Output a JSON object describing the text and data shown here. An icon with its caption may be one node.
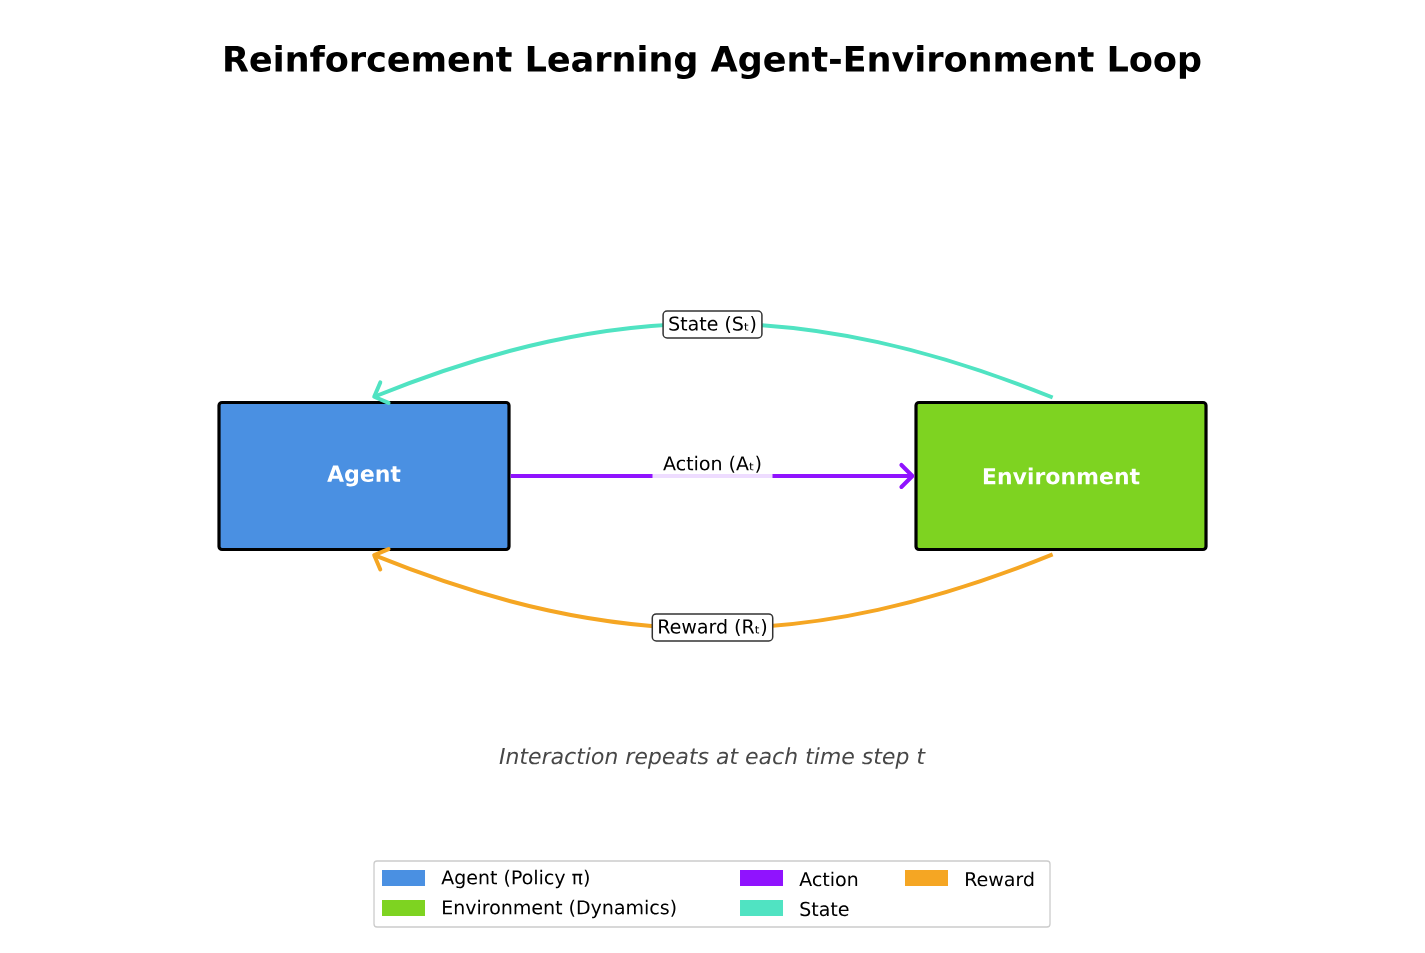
{
  "diagram": {
    "title": "Reinforcement Learning Agent-Environment Loop",
    "caption": "Interaction repeats at each time step t",
    "nodes": [
      {
        "text": [
          "Agent"
        ]
      },
      {
        "text": [
          "Environment"
        ]
      }
    ],
    "edges": [
      {
        "from": 0,
        "to": 1,
        "arrow": "to",
        "label": "Action (Aₜ)",
        "color": "#9013fe"
      },
      {
        "from": 1,
        "to": 0,
        "arrow": "to",
        "label": "State (Sₜ)",
        "color": "#50e3c2"
      },
      {
        "from": 1,
        "to": 0,
        "arrow": "to",
        "label": "Reward (Rₜ)",
        "color": "#f5a623"
      }
    ],
    "legend": [
      {
        "text": "Agent (Policy π)",
        "color": "#4a90e2"
      },
      {
        "text": "Environment (Dynamics)",
        "color": "#7ed321"
      },
      {
        "text": "Action",
        "color": "#9013fe"
      },
      {
        "text": "State",
        "color": "#50e3c2"
      },
      {
        "text": "Reward",
        "color": "#f5a623"
      }
    ]
  }
}
